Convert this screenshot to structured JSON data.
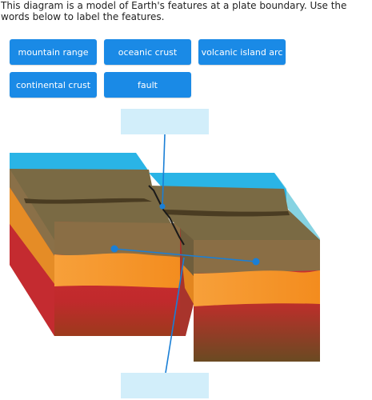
{
  "instructions": "This diagram is a model of Earth's features at a plate boundary. Use the words below to label the features.",
  "word_bank": [
    "mountain range",
    "oceanic crust",
    "volcanic island arc",
    "continental crust",
    "fault"
  ],
  "drop_targets": [
    "",
    ""
  ],
  "colors": {
    "button": "#1a8ae6",
    "drop_target": "#d2eefa",
    "water": "#2ab4e6",
    "water_side": "#86d3e2",
    "crust": "#7a6a44",
    "crust_side": "#6f5e3c",
    "orange_layer": "#f59524",
    "red_layer": "#cc2b2f",
    "leader_line": "#1a7fd6"
  }
}
